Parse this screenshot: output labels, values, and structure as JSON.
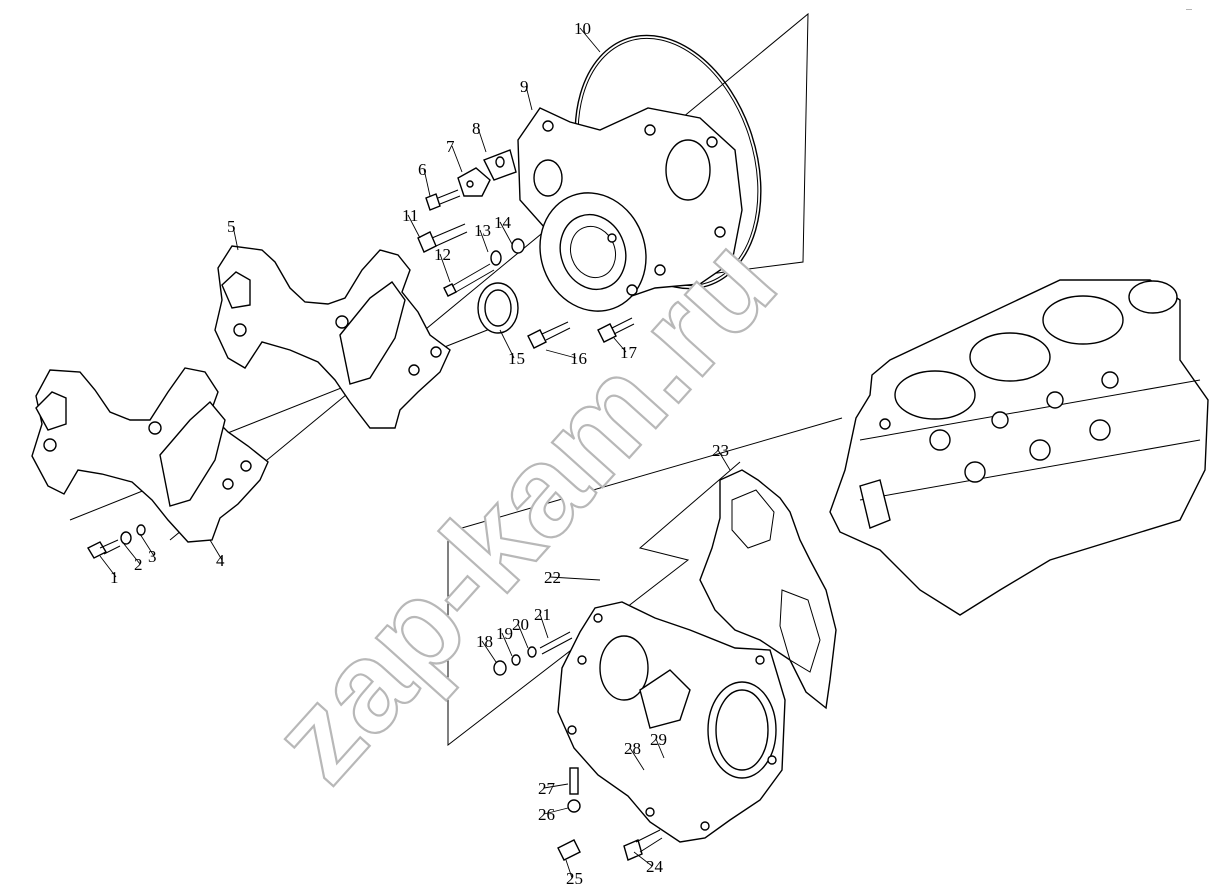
{
  "watermark": "zap-kam.ru",
  "corner_mark": "—",
  "callouts": [
    "1",
    "2",
    "3",
    "4",
    "5",
    "6",
    "7",
    "8",
    "9",
    "10",
    "11",
    "12",
    "13",
    "14",
    "15",
    "16",
    "17",
    "18",
    "19",
    "20",
    "21",
    "22",
    "23",
    "24",
    "25",
    "26",
    "27",
    "28",
    "29"
  ],
  "parts": [
    "bolt",
    "washer",
    "nut",
    "front-cover-gasket",
    "rear-cover-gasket",
    "bolt",
    "plate",
    "gasket",
    "housing",
    "gasket-ring",
    "bolt",
    "stud",
    "washer",
    "washer",
    "oil-seal",
    "bolt",
    "bolt",
    "nut",
    "washer",
    "washer",
    "stud",
    "timing-gear-case",
    "gasket",
    "bolt",
    "dowel-pin",
    "nut",
    "stud",
    "bolt",
    "washer"
  ],
  "assembly": "cylinder-block"
}
